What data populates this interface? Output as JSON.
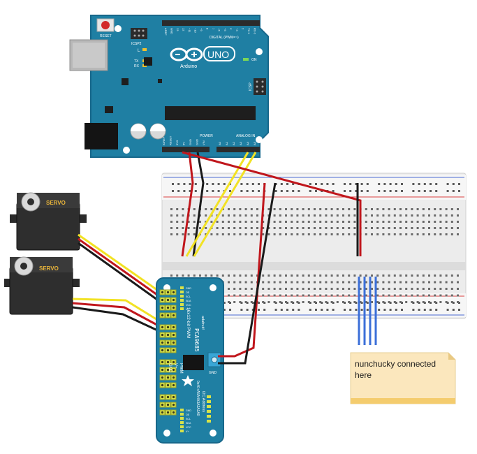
{
  "arduino": {
    "reset_label": "RESET",
    "icsp2_label": "ICSP2",
    "l_label": "L",
    "tx_label": "TX",
    "rx_label": "RX",
    "logo_text": "UNO",
    "brand_text": "Arduino",
    "digital_label": "DIGITAL (PWM=~)",
    "on_label": "ON",
    "icsp_label": "ICSP",
    "power_label": "POWER",
    "analog_label": "ANALOG IN",
    "top_pins": [
      "AREF",
      "GND",
      "13",
      "12",
      "~11",
      "~10",
      "~9",
      "8",
      "7",
      "~6",
      "~5",
      "4",
      "~3",
      "2",
      "TX 1",
      "RX 0"
    ],
    "power_pins": [
      "IOREF",
      "RESET",
      "3V3",
      "5V",
      "GND",
      "GND",
      "VIN"
    ],
    "analog_pins": [
      "A0",
      "A1",
      "A2",
      "A3",
      "A4",
      "A5"
    ],
    "colors": {
      "board": "#1f7fa3",
      "board_edge": "#17678a",
      "header": "#2b2b2b"
    }
  },
  "servos": [
    {
      "label": "SERVO"
    },
    {
      "label": "SERVO"
    }
  ],
  "pwm_board": {
    "title_line1": "PCA9685",
    "title_line2": "16x12-bit PWM",
    "brand": "adafruit!",
    "pwm_label": "PWM",
    "v_plus_label": "V+",
    "gnd_label": "GND",
    "address_line1": "I2C Address",
    "address_line2": "0x40+A5A4A3A2A1A0",
    "side_left": [
      "GND",
      "OE",
      "SCL",
      "SDA",
      "VCC",
      "V+"
    ],
    "side_right": [
      "GND",
      "OE",
      "SCL",
      "SDA",
      "VCC",
      "V+"
    ],
    "term_label": "GND"
  },
  "note": {
    "text_line1": "nunchucky connected",
    "text_line2": "here"
  },
  "wire_colors": {
    "red": "#c0161c",
    "black": "#1a1a1a",
    "yellow": "#f2e224",
    "blue": "#3b6fd8"
  }
}
